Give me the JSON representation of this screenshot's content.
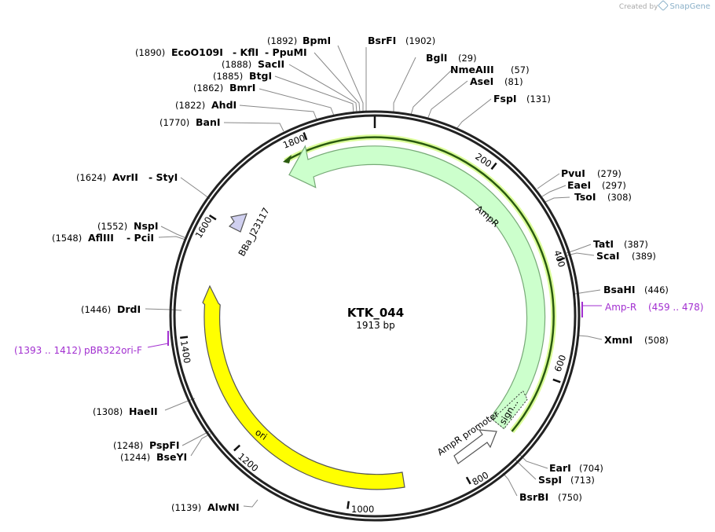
{
  "credit": {
    "created_by": "Created by",
    "brand": "SnapGene"
  },
  "plasmid": {
    "name": "KTK_044",
    "length_label": "1913 bp",
    "length": 1913
  },
  "colors": {
    "ampr_fill": "#ccffcc",
    "ampr_outline": "#77aa77",
    "ori_fill": "#ffff00",
    "bba_fill": "#d0d0f0",
    "primer": "#a22fd0",
    "orf_line": "#2a5a10",
    "orf_glow": "#dcff9a"
  },
  "ticks": [
    "200",
    "400",
    "600",
    "800",
    "1000",
    "1200",
    "1400",
    "1600",
    "1800"
  ],
  "features": [
    {
      "id": "ampr",
      "label": "AmpR"
    },
    {
      "id": "sig",
      "label": "sign..."
    },
    {
      "id": "promoter",
      "label": "AmpR promoter"
    },
    {
      "id": "ori",
      "label": "ori"
    },
    {
      "id": "bba",
      "label": "BBa_J23117"
    }
  ],
  "enzymes": [
    {
      "name": "BglI",
      "pos": "(29)"
    },
    {
      "name": "NmeAIII",
      "pos": "(57)"
    },
    {
      "name": "AseI",
      "pos": "(81)"
    },
    {
      "name": "FspI",
      "pos": "(131)"
    },
    {
      "name": "PvuI",
      "pos": "(279)"
    },
    {
      "name": "EaeI",
      "pos": "(297)"
    },
    {
      "name": "TsoI",
      "pos": "(308)"
    },
    {
      "name": "TatI",
      "pos": "(387)"
    },
    {
      "name": "ScaI",
      "pos": "(389)"
    },
    {
      "name": "BsaHI",
      "pos": "(446)"
    },
    {
      "name": "XmnI",
      "pos": "(508)"
    },
    {
      "name": "EarI",
      "pos": "(704)"
    },
    {
      "name": "SspI",
      "pos": "(713)"
    },
    {
      "name": "BsrBI",
      "pos": "(750)"
    },
    {
      "name": "BsrFI",
      "pos": "(1902)"
    },
    {
      "name": "BpmI",
      "pos": "(1892)"
    },
    {
      "name": "EcoO109I",
      "pos": "(1890)",
      "extra1": "- KflI",
      "extra2": "- PpuMI"
    },
    {
      "name": "SacII",
      "pos": "(1888)"
    },
    {
      "name": "BtgI",
      "pos": "(1885)"
    },
    {
      "name": "BmrI",
      "pos": "(1862)"
    },
    {
      "name": "AhdI",
      "pos": "(1822)"
    },
    {
      "name": "BanI",
      "pos": "(1770)"
    },
    {
      "name": "AvrII",
      "pos": "(1624)",
      "extra1": "- StyI"
    },
    {
      "name": "NspI",
      "pos": "(1552)"
    },
    {
      "name": "AflIII",
      "pos": "(1548)",
      "extra1": "- PciI"
    },
    {
      "name": "DrdI",
      "pos": "(1446)"
    },
    {
      "name": "HaeII",
      "pos": "(1308)"
    },
    {
      "name": "PspFI",
      "pos": "(1248)"
    },
    {
      "name": "BseYI",
      "pos": "(1244)"
    },
    {
      "name": "AlwNI",
      "pos": "(1139)"
    }
  ],
  "primers": [
    {
      "name": "Amp-R",
      "range": "(459 .. 478)"
    },
    {
      "name": "pBR322ori-F",
      "range": "(1393 .. 1412)"
    }
  ]
}
